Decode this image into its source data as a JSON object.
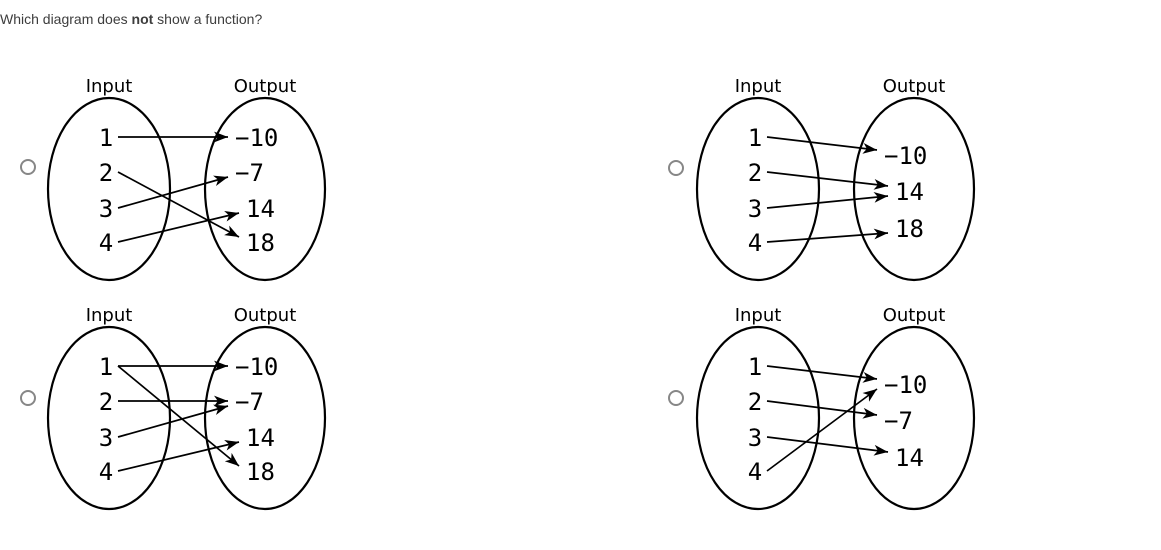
{
  "question": {
    "prefix": "Which diagram does ",
    "bold": "not",
    "suffix": " show a function?"
  },
  "colors": {
    "diagram_ink": "#000000",
    "question_text": "#3d3d3d",
    "radio_border": "#878787",
    "background": "#ffffff"
  },
  "options": [
    {
      "id": "A",
      "selected": false,
      "diagram": {
        "input_label": "Input",
        "output_label": "Output",
        "inputs": [
          "1",
          "2",
          "3",
          "4"
        ],
        "outputs": [
          "−10",
          "−7",
          "14",
          "18"
        ],
        "mappings": [
          [
            0,
            0
          ],
          [
            1,
            3
          ],
          [
            2,
            1
          ],
          [
            3,
            2
          ]
        ]
      }
    },
    {
      "id": "B",
      "selected": false,
      "diagram": {
        "input_label": "Input",
        "output_label": "Output",
        "inputs": [
          "1",
          "2",
          "3",
          "4"
        ],
        "outputs": [
          "−10",
          "14",
          "18"
        ],
        "mappings": [
          [
            0,
            0
          ],
          [
            1,
            1
          ],
          [
            2,
            1
          ],
          [
            3,
            2
          ]
        ]
      }
    },
    {
      "id": "C",
      "selected": false,
      "diagram": {
        "input_label": "Input",
        "output_label": "Output",
        "inputs": [
          "1",
          "2",
          "3",
          "4"
        ],
        "outputs": [
          "−10",
          "−7",
          "14",
          "18"
        ],
        "mappings": [
          [
            0,
            0
          ],
          [
            0,
            3
          ],
          [
            1,
            1
          ],
          [
            2,
            1
          ],
          [
            3,
            2
          ]
        ]
      }
    },
    {
      "id": "D",
      "selected": false,
      "diagram": {
        "input_label": "Input",
        "output_label": "Output",
        "inputs": [
          "1",
          "2",
          "3",
          "4"
        ],
        "outputs": [
          "−10",
          "−7",
          "14"
        ],
        "mappings": [
          [
            0,
            0
          ],
          [
            1,
            1
          ],
          [
            2,
            2
          ],
          [
            3,
            0
          ]
        ]
      }
    }
  ]
}
